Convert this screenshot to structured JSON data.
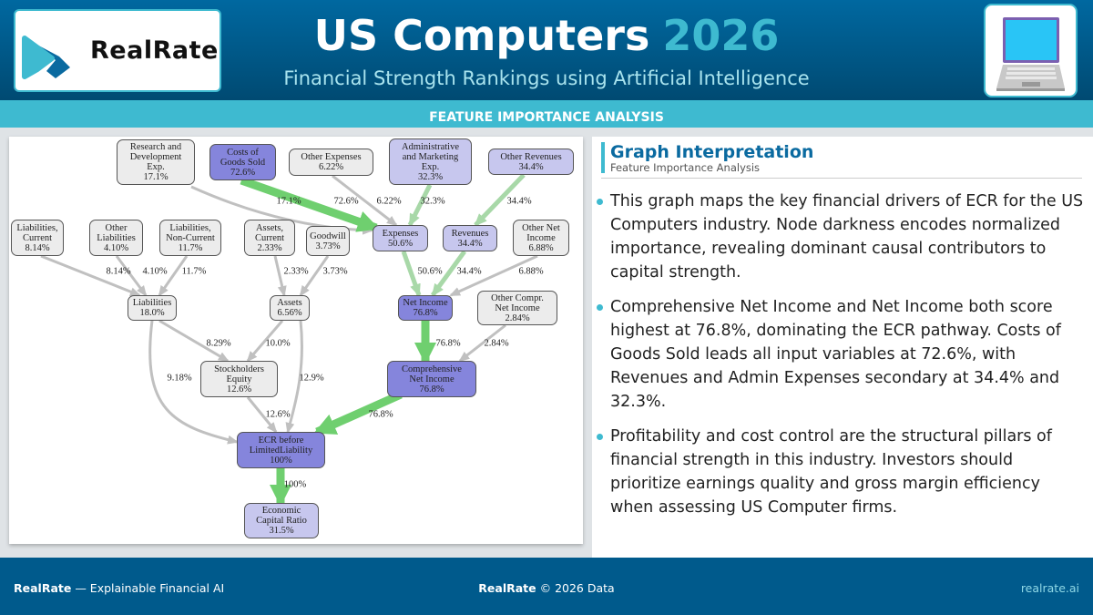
{
  "header": {
    "logo": "RealRate",
    "title": "US Computers",
    "year": "2026",
    "subtitle": "Financial Strength Rankings using Artificial Intelligence",
    "industry_icon": "laptop-icon"
  },
  "section_band": "FEATURE IMPORTANCE ANALYSIS",
  "graph": {
    "nodes": [
      {
        "id": "rd",
        "label": "Research and\nDevelopment\nExp.\n17.1%",
        "level": "none"
      },
      {
        "id": "cogs",
        "label": "Costs of\nGoods Sold\n72.6%",
        "level": "dark"
      },
      {
        "id": "oexp",
        "label": "Other Expenses\n6.22%",
        "level": "none"
      },
      {
        "id": "admin",
        "label": "Administrative\nand Marketing\nExp.\n32.3%",
        "level": "light"
      },
      {
        "id": "orev",
        "label": "Other Revenues\n34.4%",
        "level": "light"
      },
      {
        "id": "lc",
        "label": "Liabilities,\nCurrent\n8.14%",
        "level": "none"
      },
      {
        "id": "ol",
        "label": "Other\nLiabilities\n4.10%",
        "level": "none"
      },
      {
        "id": "lnc",
        "label": "Liabilities,\nNon-Current\n11.7%",
        "level": "none"
      },
      {
        "id": "ac",
        "label": "Assets,\nCurrent\n2.33%",
        "level": "none"
      },
      {
        "id": "gw",
        "label": "Goodwill\n3.73%",
        "level": "none"
      },
      {
        "id": "exp",
        "label": "Expenses\n50.6%",
        "level": "light"
      },
      {
        "id": "rev",
        "label": "Revenues\n34.4%",
        "level": "light"
      },
      {
        "id": "oni",
        "label": "Other Net\nIncome\n6.88%",
        "level": "none"
      },
      {
        "id": "liab",
        "label": "Liabilities\n18.0%",
        "level": "none"
      },
      {
        "id": "assets",
        "label": "Assets\n6.56%",
        "level": "none"
      },
      {
        "id": "ni",
        "label": "Net Income\n76.8%",
        "level": "dark"
      },
      {
        "id": "ocni",
        "label": "Other Compr.\nNet Income\n2.84%",
        "level": "none"
      },
      {
        "id": "se",
        "label": "Stockholders\nEquity\n12.6%",
        "level": "none"
      },
      {
        "id": "cni",
        "label": "Comprehensive\nNet Income\n76.8%",
        "level": "dark"
      },
      {
        "id": "ecrb",
        "label": "ECR before\nLimitedLiability\n100%",
        "level": "dark"
      },
      {
        "id": "ecr",
        "label": "Economic\nCapital Ratio\n31.5%",
        "level": "light"
      }
    ],
    "edges": [
      {
        "from": "rd",
        "to": "exp",
        "label": "17.1%"
      },
      {
        "from": "cogs",
        "to": "exp",
        "label": "72.6%"
      },
      {
        "from": "oexp",
        "to": "exp",
        "label": "6.22%"
      },
      {
        "from": "admin",
        "to": "exp",
        "label": "32.3%"
      },
      {
        "from": "orev",
        "to": "rev",
        "label": "34.4%"
      },
      {
        "from": "lc",
        "to": "liab",
        "label": "8.14%"
      },
      {
        "from": "ol",
        "to": "liab",
        "label": "4.10%"
      },
      {
        "from": "lnc",
        "to": "liab",
        "label": "11.7%"
      },
      {
        "from": "ac",
        "to": "assets",
        "label": "2.33%"
      },
      {
        "from": "gw",
        "to": "assets",
        "label": "3.73%"
      },
      {
        "from": "exp",
        "to": "ni",
        "label": "50.6%"
      },
      {
        "from": "rev",
        "to": "ni",
        "label": "34.4%"
      },
      {
        "from": "oni",
        "to": "ni",
        "label": "6.88%"
      },
      {
        "from": "liab",
        "to": "se",
        "label": "8.29%"
      },
      {
        "from": "assets",
        "to": "se",
        "label": "10.0%"
      },
      {
        "from": "ni",
        "to": "cni",
        "label": "76.8%"
      },
      {
        "from": "ocni",
        "to": "cni",
        "label": "2.84%"
      },
      {
        "from": "liab",
        "to": "ecrb",
        "label": "9.18%"
      },
      {
        "from": "assets",
        "to": "ecrb",
        "label": "12.9%"
      },
      {
        "from": "se",
        "to": "ecrb",
        "label": "12.6%"
      },
      {
        "from": "cni",
        "to": "ecrb",
        "label": "76.8%"
      },
      {
        "from": "ecrb",
        "to": "ecr",
        "label": "100%"
      }
    ],
    "colors": {
      "dark": "#8585dc",
      "light": "#c7c7ee",
      "none": "#ececec",
      "strong_edge": "#6fcf6f",
      "mid_edge": "#a8d8a8",
      "weak_edge": "#c0c0c0"
    }
  },
  "panel": {
    "title": "Graph Interpretation",
    "subtitle": "Feature Importance Analysis",
    "bullets": [
      "This graph maps the key financial drivers of ECR for the US Computers industry. Node darkness encodes normalized importance, revealing dominant causal contributors to capital strength.",
      "Comprehensive Net Income and Net Income both score highest at 76.8%, dominating the ECR pathway. Costs of Goods Sold leads all input variables at 72.6%, with Revenues and Admin Expenses secondary at 34.4% and 32.3%.",
      "Profitability and cost control are the structural pillars of financial strength in this industry. Investors should prioritize earnings quality and gross margin efficiency when assessing US Computer firms."
    ]
  },
  "footer": {
    "left_brand": "RealRate",
    "left_text": " — Explainable Financial AI",
    "center_brand": "RealRate",
    "center_text": " © 2026 Data",
    "right": "realrate.ai"
  }
}
